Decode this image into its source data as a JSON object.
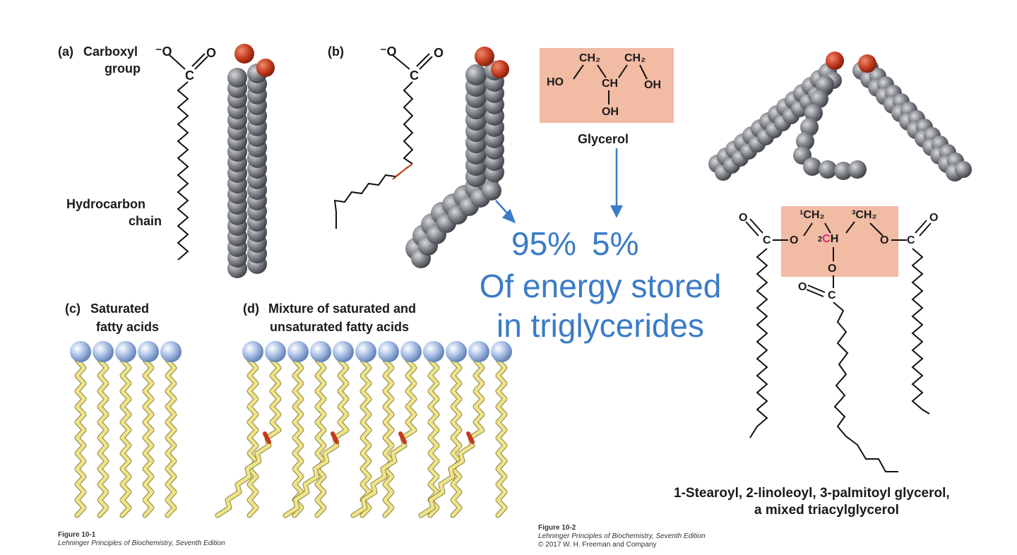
{
  "fig1": {
    "a_letter": "(a)",
    "a_title_line1": "Carboxyl",
    "a_title_line2": "group",
    "a_chain_line1": "Hydrocarbon",
    "a_chain_line2": "chain",
    "a_o_minus": "⁻O",
    "a_o": "O",
    "a_c": "C",
    "b_letter": "(b)",
    "b_o_minus": "⁻O",
    "b_o": "O",
    "b_c": "C",
    "c_letter": "(c)",
    "c_line1": "Saturated",
    "c_line2": "fatty acids",
    "d_letter": "(d)",
    "d_line1": "Mixture of saturated and",
    "d_line2": "unsaturated fatty acids",
    "caption_title": "Figure 10-1",
    "caption_book": "Lehninger Principles of Biochemistry, Seventh Edition"
  },
  "glycerol": {
    "ch2_left": "CH₂",
    "ch2_right": "CH₂",
    "ho": "HO",
    "ch": "CH",
    "oh_right": "OH",
    "oh_bottom": "OH",
    "label": "Glycerol"
  },
  "triglyceride": {
    "c1": "¹CH₂",
    "c2_num": "2",
    "c2_c": "C",
    "c2_h": "H",
    "c3": "³CH₂",
    "name_line1": "1-Stearoyl, 2-linoleoyl, 3-palmitoyl glycerol,",
    "name_line2": "a mixed triacylglycerol",
    "caption_title": "Figure 10-2",
    "caption_book": "Lehninger Principles of Biochemistry, Seventh Edition",
    "caption_copy": "© 2017 W. H. Freeman and Company"
  },
  "annotation": {
    "percent_left": "95%",
    "percent_right": "5%",
    "line1": "Of energy stored",
    "line2": "in triglycerides",
    "color": "#3a7cc7"
  },
  "colors": {
    "atom_gray": "#6b6e73",
    "oxygen_red": "#c23a1e",
    "head_blue": "#9fb8e0",
    "tail_yellow": "#efe48a",
    "box_salmon": "#f2bba4",
    "pink_c": "#e0287a"
  }
}
